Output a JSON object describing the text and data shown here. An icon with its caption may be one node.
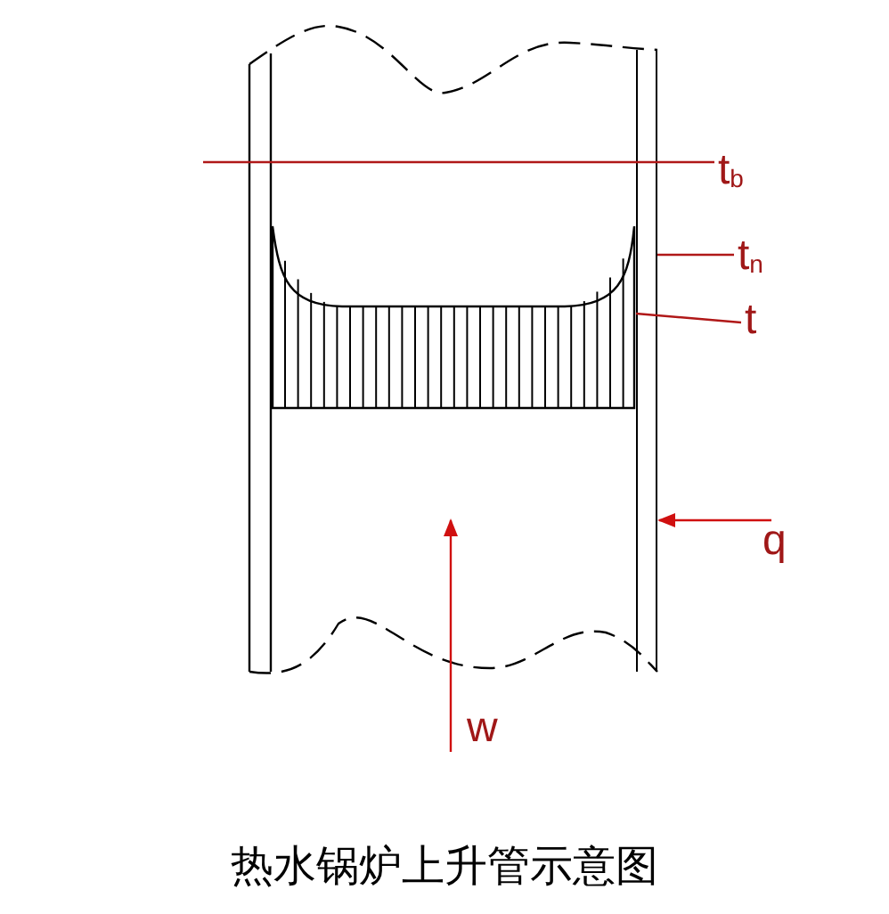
{
  "diagram": {
    "caption": "热水锅炉上升管示意图",
    "nodes": [
      {
        "text": [],
        "shape": "box"
      },
      {
        "text": [],
        "shape": "bar"
      },
      {
        "text": [
          "t$_{b}$"
        ]
      },
      {
        "text": [
          "t$_{n}$"
        ]
      },
      {
        "text": [
          "t"
        ]
      }
    ],
    "edges": [
      {
        "from": 2,
        "to": null,
        "arrow": "none"
      },
      {
        "from": 3,
        "to": 1,
        "arrow": "none"
      },
      {
        "from": 4,
        "to": 0,
        "arrow": "none"
      }
    ],
    "labels": [
      "q",
      "w"
    ]
  }
}
